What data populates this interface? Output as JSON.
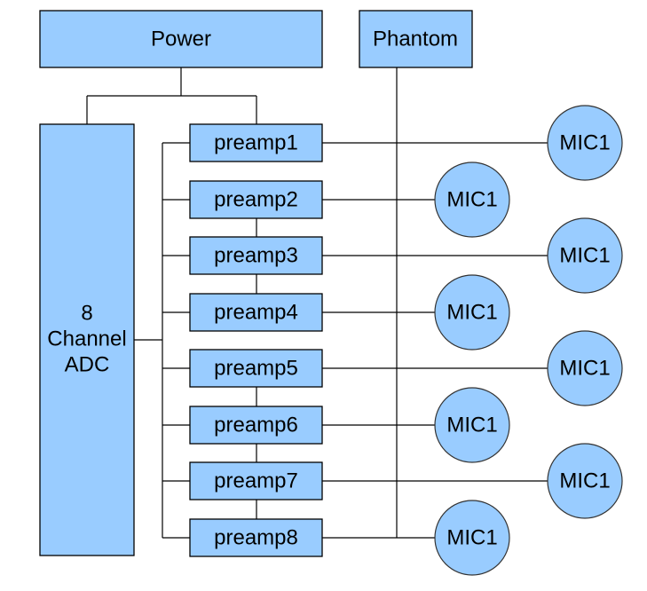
{
  "diagram": {
    "power": {
      "label": "Power"
    },
    "phantom": {
      "label": "Phantom"
    },
    "adc": {
      "lines": [
        "8",
        "Channel",
        "ADC"
      ]
    },
    "fill_color": "#99ccff",
    "line_color": "#000000",
    "preamps": [
      {
        "label": "preamp1",
        "mic": "MIC1",
        "mic_column": "far"
      },
      {
        "label": "preamp2",
        "mic": "MIC1",
        "mic_column": "near"
      },
      {
        "label": "preamp3",
        "mic": "MIC1",
        "mic_column": "far"
      },
      {
        "label": "preamp4",
        "mic": "MIC1",
        "mic_column": "near"
      },
      {
        "label": "preamp5",
        "mic": "MIC1",
        "mic_column": "far"
      },
      {
        "label": "preamp6",
        "mic": "MIC1",
        "mic_column": "near"
      },
      {
        "label": "preamp7",
        "mic": "MIC1",
        "mic_column": "far"
      },
      {
        "label": "preamp8",
        "mic": "MIC1",
        "mic_column": "near"
      }
    ],
    "preamp_links": [
      [
        2,
        3
      ],
      [
        3,
        4
      ],
      [
        5,
        6
      ],
      [
        6,
        7
      ],
      [
        7,
        8
      ]
    ]
  }
}
